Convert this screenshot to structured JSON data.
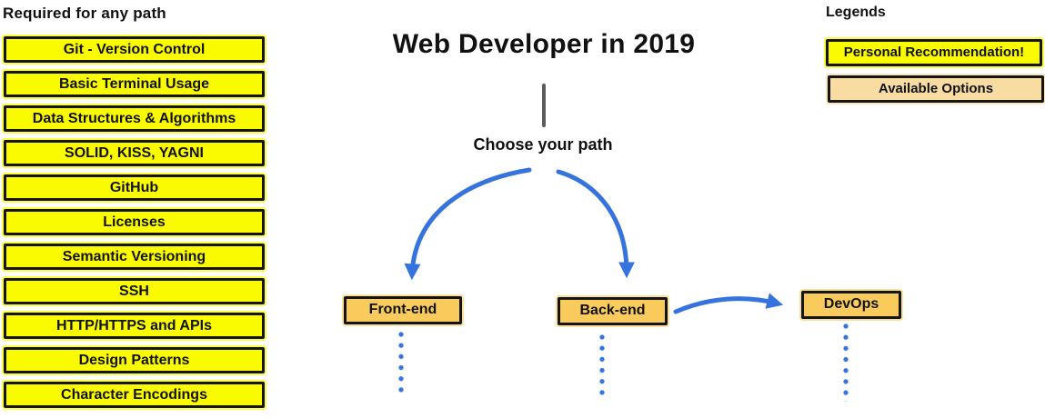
{
  "colors": {
    "highlight_yellow": "#fbfb00",
    "option_gold": "#f8cb5c",
    "option_tan": "#f8dca2",
    "arrow_blue": "#3573df",
    "stem_gray": "#5c5c5c",
    "border_black": "#151515"
  },
  "left_panel": {
    "title": "Required for any path",
    "items": [
      "Git - Version Control",
      "Basic Terminal Usage",
      "Data Structures & Algorithms",
      "SOLID, KISS, YAGNI",
      "GitHub",
      "Licenses",
      "Semantic Versioning",
      "SSH",
      "HTTP/HTTPS and APIs",
      "Design Patterns",
      "Character Encodings"
    ]
  },
  "center": {
    "title": "Web Developer in 2019",
    "subtitle": "Choose your path",
    "paths": [
      {
        "label": "Front-end",
        "has_continuation": true
      },
      {
        "label": "Back-end",
        "has_continuation": true
      },
      {
        "label": "DevOps",
        "has_continuation": true
      }
    ],
    "edges": [
      {
        "from": "Choose your path",
        "to": "Front-end"
      },
      {
        "from": "Choose your path",
        "to": "Back-end"
      },
      {
        "from": "Back-end",
        "to": "DevOps"
      }
    ]
  },
  "legend": {
    "title": "Legends",
    "items": [
      {
        "label": "Personal Recommendation!",
        "style": "yellow"
      },
      {
        "label": "Available Options",
        "style": "tan"
      }
    ]
  }
}
